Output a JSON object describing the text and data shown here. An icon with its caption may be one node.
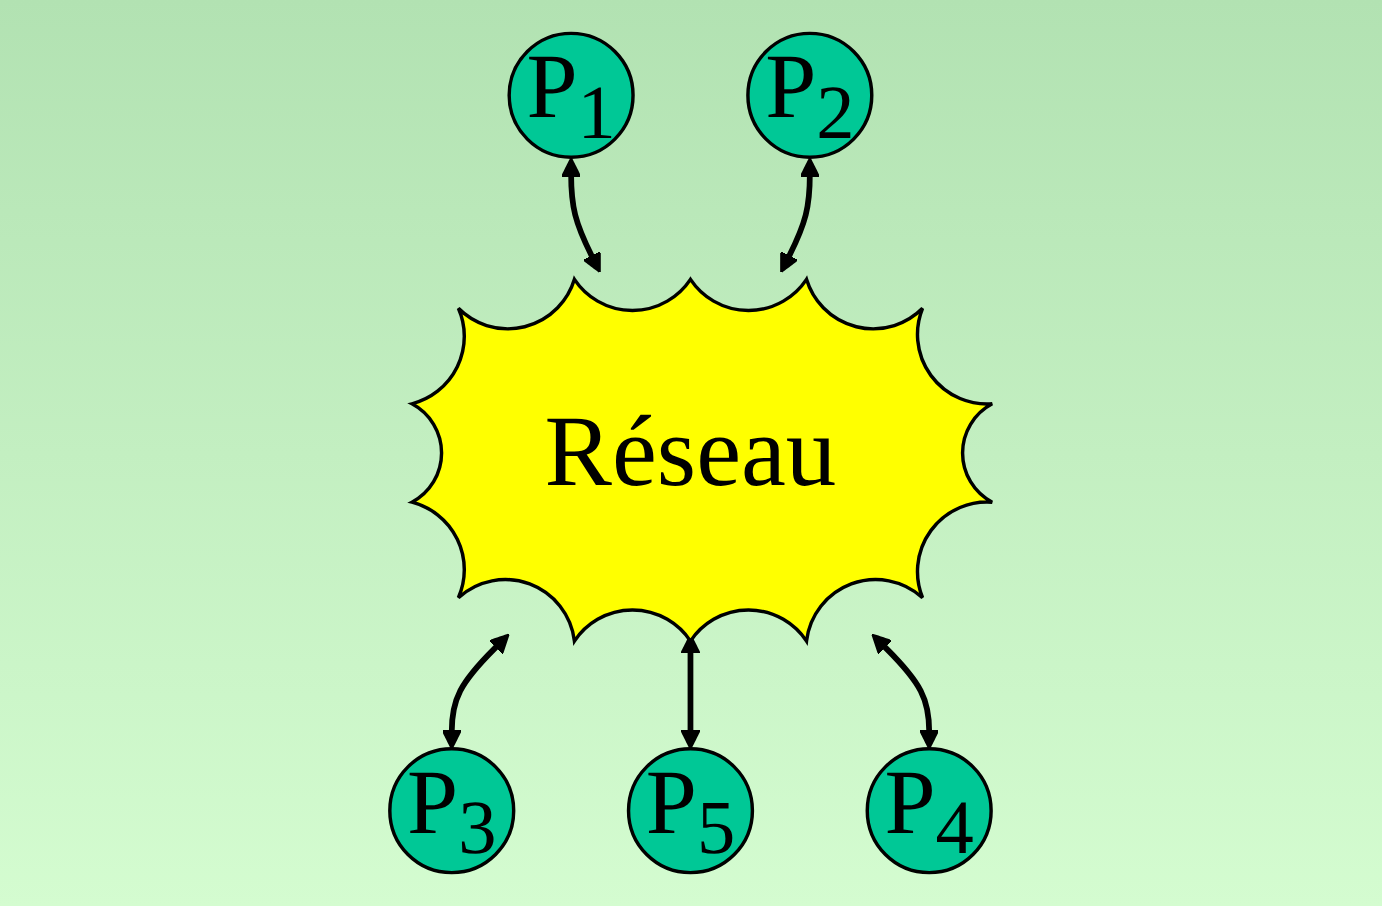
{
  "diagram": {
    "nodes": [
      {
        "text": [
          "P$_{1}$"
        ]
      },
      {
        "text": [
          "P$_{2}$"
        ]
      },
      {
        "text": [
          "Réseau"
        ]
      },
      {
        "text": [
          "P$_{3}$"
        ]
      },
      {
        "text": [
          "P$_{5}$"
        ]
      },
      {
        "text": [
          "P$_{4}$"
        ]
      }
    ],
    "edges": [
      {
        "from": 0,
        "to": 2,
        "arrow": "both"
      },
      {
        "from": 1,
        "to": 2,
        "arrow": "both"
      },
      {
        "from": 2,
        "to": 3,
        "arrow": "both"
      },
      {
        "from": 2,
        "to": 4,
        "arrow": "both"
      },
      {
        "from": 2,
        "to": 5,
        "arrow": "both"
      }
    ]
  }
}
